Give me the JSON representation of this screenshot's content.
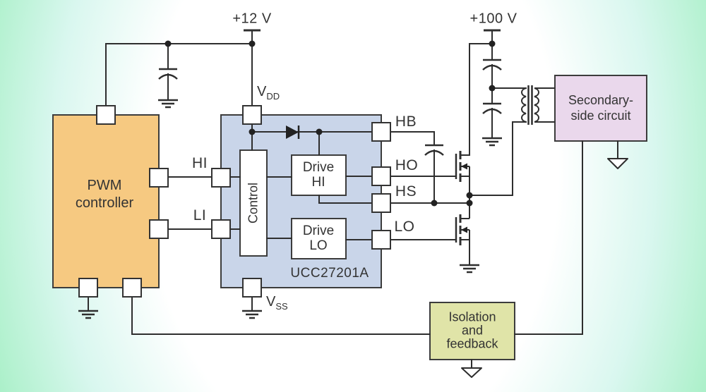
{
  "diagram": {
    "supplies": {
      "left": "+12 V",
      "right": "+100 V"
    },
    "driver_ic": {
      "name": "UCC27201A",
      "pins": {
        "vdd_main": "V",
        "vdd_sub": "DD",
        "vss_main": "V",
        "vss_sub": "SS",
        "hi": "HI",
        "li": "LI",
        "hb": "HB",
        "ho": "HO",
        "hs": "HS",
        "lo": "LO"
      },
      "inner_blocks": {
        "control": "Control",
        "drive_hi_l1": "Drive",
        "drive_hi_l2": "HI",
        "drive_lo_l1": "Drive",
        "drive_lo_l2": "LO"
      }
    },
    "blocks": {
      "pwm_l1": "PWM",
      "pwm_l2": "controller",
      "secondary_l1": "Secondary-",
      "secondary_l2": "side circuit",
      "isolation_l1": "Isolation",
      "isolation_l2": "and",
      "isolation_l3": "feedback"
    },
    "colors": {
      "pwm": "#f6c981",
      "driver": "#c9d5e9",
      "secondary": "#ead8ec",
      "isolation": "#e0e4a8",
      "wire": "#2e2e2e",
      "background_edge": "#abf0c9"
    }
  }
}
